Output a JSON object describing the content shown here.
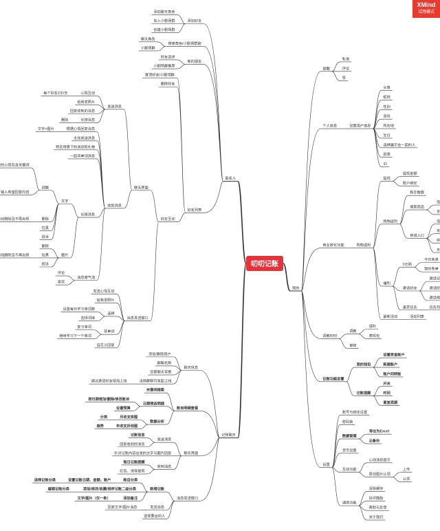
{
  "badge": {
    "brand": "XMind",
    "mode": "试用模式"
  },
  "root": "叨叨记账",
  "colors": {
    "root_fill": "#e8323a",
    "root_text": "#ffffff",
    "line": "#333333",
    "text": "#333333",
    "badge": "#e63b2e"
  },
  "tree": {
    "right": [
      {
        "label": "我的",
        "bold": false,
        "children": [
          {
            "label": "提醒",
            "children": [
              {
                "label": "私信"
              },
              {
                "label": "评论"
              },
              {
                "label": "赞"
              }
            ]
          },
          {
            "label": "个人信息",
            "children": [
              {
                "label": "设置用户信息",
                "children": [
                  {
                    "label": "头像"
                  },
                  {
                    "label": "昵称"
                  },
                  {
                    "label": "性别"
                  },
                  {
                    "label": "身份"
                  },
                  {
                    "label": "所在地"
                  },
                  {
                    "label": "生日"
                  },
                  {
                    "label": "选择展示在一起的人"
                  },
                  {
                    "label": "勋章"
                  },
                  {
                    "label": "ID"
                  }
                ]
              }
            ]
          },
          {
            "label": "商业转化功能",
            "children": [
              {
                "label": "购物返利",
                "children": [
                  {
                    "label": "提现",
                    "children": [
                      {
                        "label": "提现金额"
                      },
                      {
                        "label": "账户绑定"
                      }
                    ]
                  },
                  {
                    "label": "购物返利",
                    "children": [
                      {
                        "label": "新手教程"
                      },
                      {
                        "label": "搜索商品",
                        "children": [
                          {
                            "label": "淘宝"
                          },
                          {
                            "label": "京东"
                          }
                        ]
                      },
                      {
                        "label": "商城入口",
                        "children": [
                          {
                            "label": "淘宝"
                          },
                          {
                            "label": "京东"
                          },
                          {
                            "label": "拼多多"
                          },
                          {
                            "label": "天猫超市"
                          }
                        ]
                      }
                    ]
                  },
                  {
                    "label": "福利",
                    "children": [
                      {
                        "label": "0元购",
                        "children": [
                          {
                            "label": "今日免单"
                          },
                          {
                            "label": "我的免单"
                          }
                        ]
                      },
                      {
                        "label": "邀请好友",
                        "children": [
                          {
                            "label": "邀请记录"
                          },
                          {
                            "label": "邀请好友排行榜"
                          },
                          {
                            "label": "邀请规则"
                          }
                        ]
                      },
                      {
                        "label": "悬赏任务",
                        "children": [
                          {
                            "label": "任务列表"
                          }
                        ]
                      }
                    ]
                  },
                  {
                    "label": "最新活动",
                    "children": [
                      {
                        "label": "活动列表"
                      }
                    ]
                  }
                ]
              }
            ]
          },
          {
            "label": "调教叨叨",
            "children": [
              {
                "label": "调教",
                "children": [
                  {
                    "label": "语料"
                  },
                  {
                    "label": "表情包"
                  }
                ]
              },
              {
                "label": "审核"
              }
            ]
          },
          {
            "label": "记账功能设置",
            "bold": true,
            "children": [
              {
                "label": "我的钱包",
                "bold": true,
                "children": [
                  {
                    "label": "设置资金账户",
                    "bold": true
                  },
                  {
                    "label": "新建账户",
                    "bold": true
                  },
                  {
                    "label": "账户间转账",
                    "bold": true
                  }
                ]
              },
              {
                "label": "记账提醒",
                "bold": true,
                "children": [
                  {
                    "label": "开关",
                    "bold": true
                  },
                  {
                    "label": "时间",
                    "bold": true
                  },
                  {
                    "label": "重复周期",
                    "bold": true
                  }
                ]
              }
            ]
          },
          {
            "label": "设置",
            "children": [
              {
                "label": "账号与绑定设置"
              },
              {
                "label": "密码锁"
              },
              {
                "label": "数据管理",
                "bold": true,
                "children": [
                  {
                    "label": "导出为Excel",
                    "bold": true
                  },
                  {
                    "label": "云备份",
                    "bold": true
                  }
                ]
              },
              {
                "label": "货币设置"
              },
              {
                "label": "互动功能",
                "children": [
                  {
                    "label": "心动消息提示"
                  },
                  {
                    "label": "原创图片认领",
                    "children": [
                      {
                        "label": "上传"
                      },
                      {
                        "label": "认领"
                      }
                    ]
                  }
                ]
              },
              {
                "label": "通用功能",
                "children": [
                  {
                    "label": "清除缓存"
                  },
                  {
                    "label": "好评鼓励"
                  },
                  {
                    "label": "帮助与反馈"
                  },
                  {
                    "label": "关于我们"
                  }
                ]
              }
            ]
          }
        ]
      }
    ],
    "left": [
      {
        "label": "联系人",
        "children": [
          {
            "label": "添加好友",
            "children": [
              {
                "label": "添加聊天角色"
              },
              {
                "label": "加入小剧场群"
              },
              {
                "label": "创建小剧场群"
              }
            ]
          },
          {
            "label": "搜索角色/小剧场群聊",
            "children": [
              {
                "label": "聊天角色"
              },
              {
                "label": "小剧场群"
              }
            ]
          },
          {
            "label": "新的朋友",
            "children": [
              {
                "label": "好友请求"
              },
              {
                "label": "小剧场群推荐"
              }
            ]
          },
          {
            "label": "好友列表",
            "children": [
              {
                "label": "置顶好友/小剧场群"
              },
              {
                "label": "删除好友"
              },
              {
                "label": "好友互动",
                "children": [
                  {
                    "label": "聊天界面",
                    "children": [
                      {
                        "label": "发送消息",
                        "children": [
                          {
                            "label": "心情互动",
                            "children": [
                              {
                                "label": "每个好友2次/天"
                              }
                            ]
                          },
                          {
                            "label": "给我发照片"
                          },
                          {
                            "label": "回复收到的消息"
                          },
                          {
                            "label": "长按消息",
                            "children": [
                              {
                                "label": "删除"
                              }
                            ]
                          }
                        ]
                      },
                      {
                        "label": "收到消息",
                        "children": [
                          {
                            "label": "根据心情回复消息",
                            "children": [
                              {
                                "label": "文字+图片"
                              }
                            ]
                          },
                          {
                            "label": "主动发送消息"
                          },
                          {
                            "label": "特定场景下的消息和礼物"
                          },
                          {
                            "label": "一起背单词消息"
                          },
                          {
                            "label": "长按消息",
                            "children": [
                              {
                                "label": "文字",
                                "children": [
                                  {
                                    "label": "调教",
                                    "children": [
                                      {
                                        "label": "我的心情包含关键词"
                                      },
                                      {
                                        "label": "输入希望回复内容",
                                        "children": [
                                          {
                                            "label": "表情包"
                                          },
                                          {
                                            "label": "视频"
                                          },
                                          {
                                            "label": "录音"
                                          },
                                          {
                                            "label": "音频"
                                          },
                                          {
                                            "label": "规则说明"
                                          }
                                        ]
                                      }
                                    ]
                                  },
                                  {
                                    "label": "删除",
                                    "children": [
                                      {
                                        "label": "拉黑后本条语料自动删除且不再出现"
                                      }
                                    ]
                                  },
                                  {
                                    "label": "拉黑"
                                  },
                                  {
                                    "label": "投诉"
                                  }
                                ]
                              },
                              {
                                "label": "图片",
                                "children": [
                                  {
                                    "label": "删除"
                                  },
                                  {
                                    "label": "拉黑",
                                    "children": [
                                      {
                                        "label": "拉黑后本条语料自动删除且不再出现"
                                      }
                                    ]
                                  },
                                  {
                                    "label": "投诉"
                                  }
                                ]
                              }
                            ]
                          },
                          {
                            "label": "消息旁气泡",
                            "children": [
                              {
                                "label": "评论"
                              },
                              {
                                "label": "喜欢"
                              }
                            ]
                          }
                        ]
                      }
                    ]
                  },
                  {
                    "label": "消息发送窗口",
                    "children": [
                      {
                        "label": "发送心情互动"
                      },
                      {
                        "label": "给我发照片"
                      },
                      {
                        "label": "选择",
                        "children": [
                          {
                            "label": "设置每日学习单词数"
                          },
                          {
                            "label": "选择词库"
                          }
                        ]
                      },
                      {
                        "label": "背单词",
                        "children": [
                          {
                            "label": "复习单词"
                          },
                          {
                            "label": "继续学习下一个单词"
                          }
                        ]
                      },
                      {
                        "label": "自定义回复"
                      }
                    ]
                  }
                ]
              }
            ]
          }
        ]
      },
      {
        "label": "记账聊天",
        "children": [
          {
            "label": "聊天信息",
            "children": [
              {
                "label": "添加/删除用户"
              },
              {
                "label": "群聊名称"
              },
              {
                "label": "设置聊天背景"
              },
              {
                "label": "当前群聊可发起上线",
                "children": [
                  {
                    "label": "通过邀请好友增加上线"
                  }
                ]
              }
            ]
          },
          {
            "label": "账目明细查看",
            "bold": true,
            "children": [
              {
                "label": "关键词搜索",
                "bold": true
              },
              {
                "label": "日期筛选明细",
                "bold": true,
                "children": [
                  {
                    "label": "按日期增加/删除/修改账目",
                    "bold": true
                  },
                  {
                    "label": "设置预算",
                    "bold": true
                  }
                ]
              },
              {
                "label": "数据分析",
                "bold": true,
                "children": [
                  {
                    "label": "月收支饼图",
                    "bold": true,
                    "children": [
                      {
                        "label": "分类",
                        "bold": true
                      }
                    ]
                  },
                  {
                    "label": "年收支折线图",
                    "bold": true,
                    "children": [
                      {
                        "label": "趋势",
                        "bold": true
                      }
                    ]
                  }
                ]
              }
            ]
          },
          {
            "label": "聊天界面",
            "children": [
              {
                "label": "发送消息",
                "children": [
                  {
                    "label": "记账信息",
                    "bold": true
                  },
                  {
                    "label": "回复收到的消息"
                  }
                ]
              },
              {
                "label": "针对记账内容出发的文字与图片回复"
              },
              {
                "label": "收到消息",
                "children": [
                  {
                    "label": "每日记账提醒",
                    "bold": true
                  },
                  {
                    "label": "红包、诱导提现"
                  }
                ]
              }
            ]
          },
          {
            "label": "消息发送窗口",
            "children": [
              {
                "label": "新增记账",
                "bold": true,
                "children": [
                  {
                    "label": "账目分类",
                    "bold": true,
                    "children": [
                      {
                        "label": "设置记账日期、金额、账户",
                        "bold": true,
                        "children": [
                          {
                            "label": "选择记账分类",
                            "bold": true
                          }
                        ]
                      }
                    ]
                  },
                  {
                    "label": "添加/修改/收藏/排序记账二级分类",
                    "bold": true,
                    "children": [
                      {
                        "label": "编辑记账分类",
                        "bold": true
                      }
                    ]
                  },
                  {
                    "label": "添加备注",
                    "bold": true,
                    "children": [
                      {
                        "label": "文字/图片（仅一条）",
                        "bold": true
                      }
                    ]
                  }
                ]
              },
              {
                "label": "发送消息",
                "children": [
                  {
                    "label": "回复文字/图片消息"
                  }
                ]
              },
              {
                "label": "选择要@的人"
              }
            ]
          }
        ]
      }
    ]
  }
}
